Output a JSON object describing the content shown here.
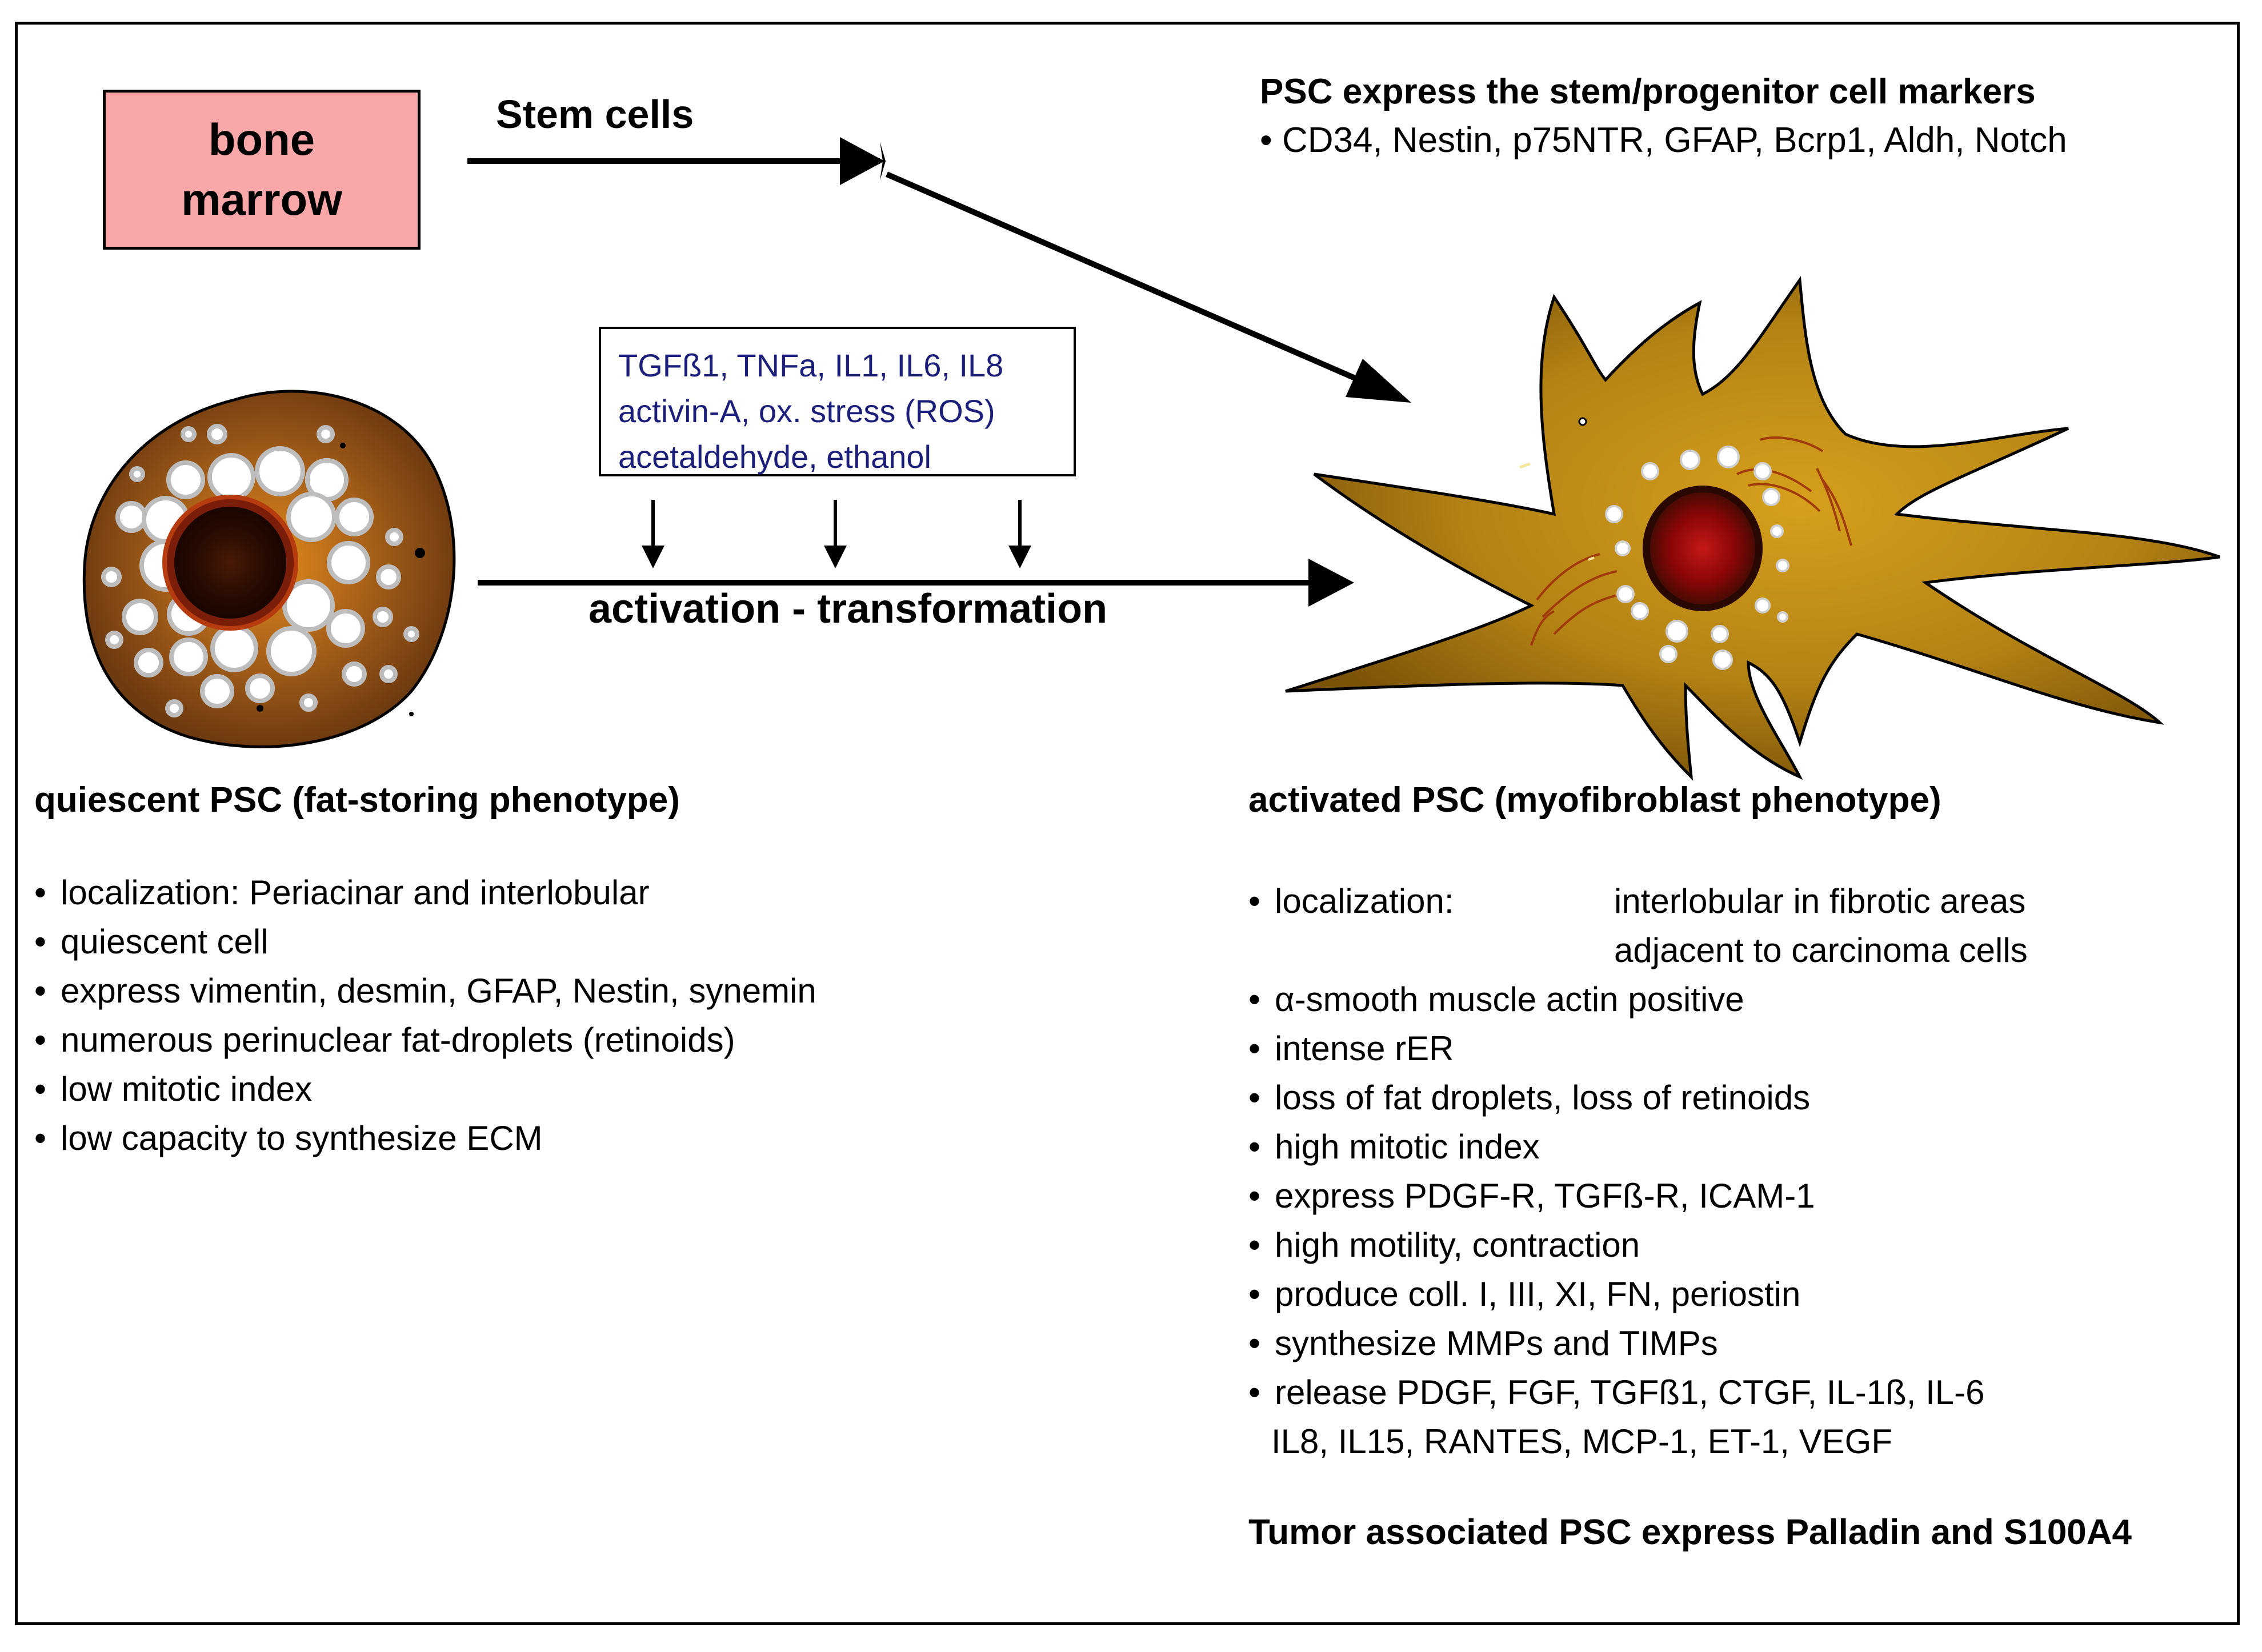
{
  "bone_marrow": {
    "line1": "bone",
    "line2": "marrow"
  },
  "stem_cells_label": "Stem cells",
  "factors": {
    "line1": "TGFß1, TNFa, IL1, IL6, IL8",
    "line2": "activin-A, ox. stress (ROS)",
    "line3": "acetaldehyde, ethanol"
  },
  "activation_label": "activation -  transformation",
  "markers": {
    "title": "PSC express the stem/progenitor cell markers",
    "items": "CD34, Nestin, p75NTR, GFAP, Bcrp1, Aldh, Notch"
  },
  "quiescent": {
    "title": "quiescent PSC (fat-storing phenotype)",
    "items": [
      "localization: Periacinar and interlobular",
      "quiescent cell",
      "express vimentin, desmin, GFAP, Nestin, synemin",
      "numerous perinuclear fat-droplets (retinoids)",
      "low mitotic index",
      "low  capacity to synthesize ECM"
    ]
  },
  "activated": {
    "title": "activated PSC (myofibroblast phenotype)",
    "localization_label": "localization:",
    "localization_line1": "interlobular in fibrotic areas",
    "localization_line2": "adjacent to carcinoma cells",
    "items": [
      "α-smooth muscle actin positive",
      "intense rER",
      "loss of fat droplets, loss of retinoids",
      "high mitotic index",
      "express PDGF-R,  TGFß-R,  ICAM-1",
      "high motility, contraction",
      "produce coll. I, III, XI, FN, periostin",
      "synthesize MMPs and TIMPs",
      "release PDGF, FGF, TGFß1, CTGF,  IL-1ß,  IL-6"
    ],
    "release_cont": "IL8, IL15, RANTES, MCP-1,  ET-1, VEGF",
    "footer": "Tumor associated PSC express Palladin and S100A4"
  },
  "colors": {
    "bone_marrow_fill": "#f9a7a9",
    "factor_text": "#1b1f7a",
    "quiescent_cell": "#8a4a16",
    "activated_cell": "#b88a14",
    "nucleus": "#8b0000"
  }
}
